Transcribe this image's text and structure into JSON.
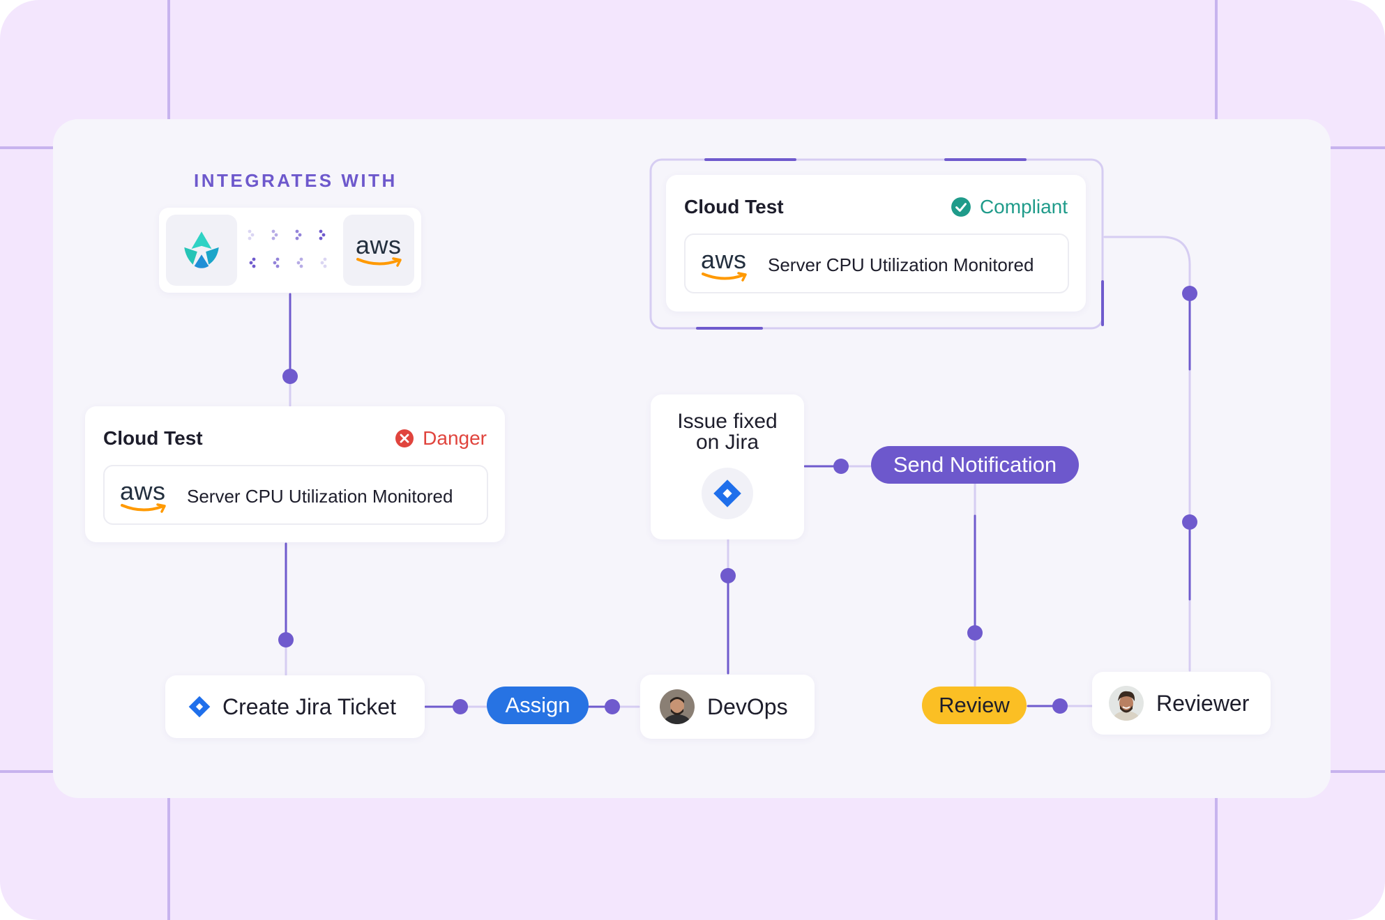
{
  "header": {
    "integrates_label": "INTEGRATES WITH"
  },
  "integration": {
    "left_logo_icon": "brand-logo-icon",
    "right_logo_text": "aws"
  },
  "cloud_test_danger": {
    "title": "Cloud Test",
    "status": "Danger",
    "status_icon": "x-circle-icon",
    "provider_logo": "aws",
    "monitor_text": "Server CPU Utilization Monitored"
  },
  "cloud_test_compliant": {
    "title": "Cloud Test",
    "status": "Compliant",
    "status_icon": "check-circle-icon",
    "provider_logo": "aws",
    "monitor_text": "Server CPU Utilization Monitored"
  },
  "nodes": {
    "create_jira_ticket": "Create Jira Ticket",
    "assign": "Assign",
    "devops": "DevOps",
    "issue_fixed": [
      "Issue fixed",
      "on Jira"
    ],
    "send_notification": "Send Notification",
    "review": "Review",
    "reviewer": "Reviewer"
  },
  "colors": {
    "background": "#f3e6fd",
    "panel": "#f6f5fb",
    "accent": "#6f5acd",
    "danger": "#e0443d",
    "compliant": "#1f9b8a",
    "assign_pill": "#2773e3",
    "notification_pill": "#6d58cc",
    "review_pill": "#fbbf24",
    "jira_blue": "#1f6feb",
    "aws_orange": "#ff9900"
  }
}
